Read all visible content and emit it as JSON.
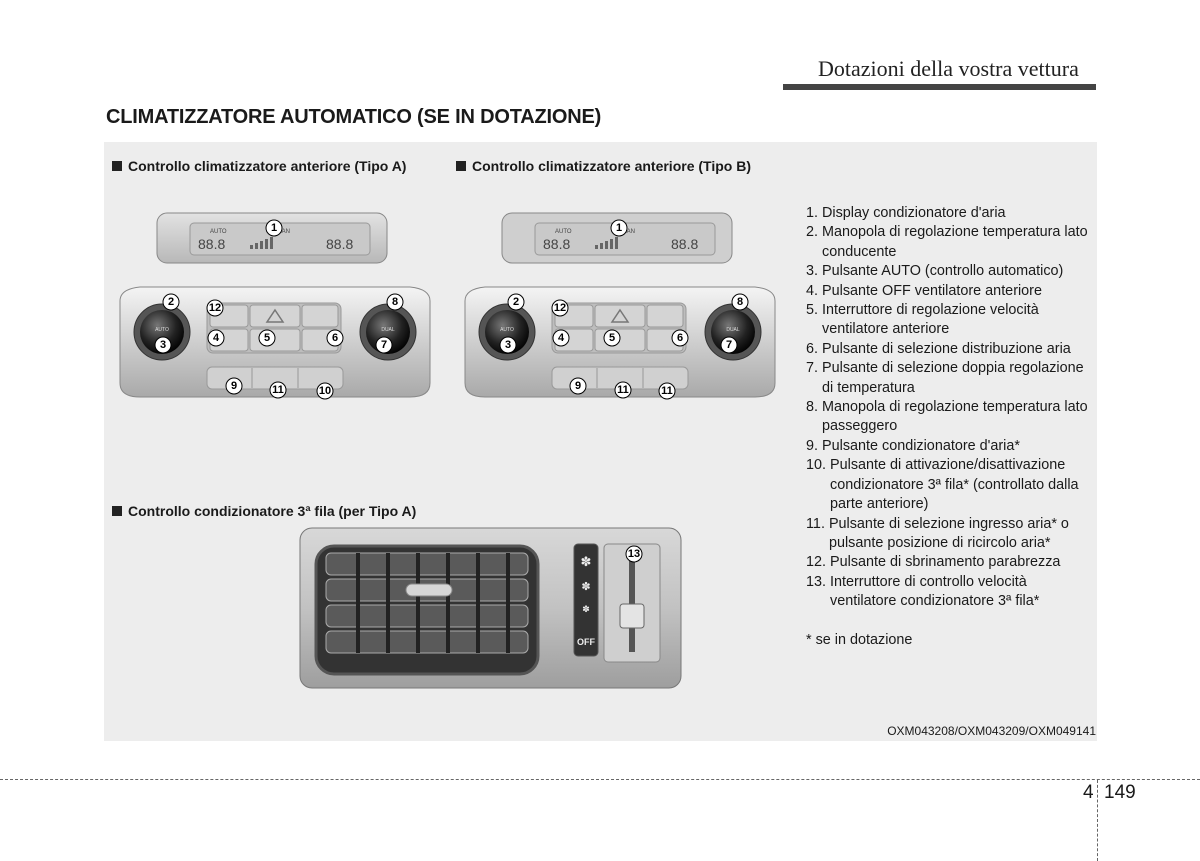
{
  "header": {
    "section_title": "Dotazioni della vostra vettura",
    "page_title": "CLIMATIZZATORE AUTOMATICO (SE IN DOTAZIONE)"
  },
  "captions": {
    "type_a": "Controllo climatizzatore anteriore (Tipo A)",
    "type_b": "Controllo climatizzatore anteriore (Tipo B)",
    "third_row": "Controllo condizionatore 3ª fila (per Tipo A)"
  },
  "legend": [
    {
      "num": "1.",
      "text": "Display condizionatore d'aria"
    },
    {
      "num": "2.",
      "text": "Manopola di regolazione temperatura lato conducente"
    },
    {
      "num": "3.",
      "text": "Pulsante AUTO (controllo automatico)"
    },
    {
      "num": "4.",
      "text": "Pulsante OFF ventilatore anteriore"
    },
    {
      "num": "5.",
      "text": "Interruttore di regolazione velocità ventilatore anteriore"
    },
    {
      "num": "6.",
      "text": "Pulsante di selezione distribuzione aria"
    },
    {
      "num": "7.",
      "text": "Pulsante di selezione doppia regolazione di temperatura"
    },
    {
      "num": "8.",
      "text": "Manopola di regolazione temperatura lato passeggero"
    },
    {
      "num": "9.",
      "text": "Pulsante condizionatore d'aria*"
    },
    {
      "num": "10.",
      "text": "Pulsante di attivazione/disattivazione condizionatore 3ª fila* (controllato dalla parte anteriore)"
    },
    {
      "num": "11.",
      "text": "Pulsante di selezione ingresso aria* o pulsante posizione di ricircolo aria*"
    },
    {
      "num": "12.",
      "text": "Pulsante di sbrinamento parabrezza"
    },
    {
      "num": "13.",
      "text": "Interruttore di controllo velocità ventilatore condizionatore 3ª fila*"
    }
  ],
  "footnote": "* se in dotazione",
  "image_code": "OXM043208/OXM043209/OXM049141",
  "panel_a": {
    "display_left": "88.8",
    "display_right": "88.8",
    "auto_label": "AUTO",
    "clean_label": "CLEAN",
    "dual_label": "DUAL",
    "badges": [
      "1",
      "2",
      "3",
      "4",
      "5",
      "6",
      "7",
      "8",
      "9",
      "10",
      "11",
      "12"
    ]
  },
  "panel_b": {
    "display_left": "88.8",
    "display_right": "88.8",
    "auto_label": "AUTO",
    "clean_label": "CLEAN",
    "dual_label": "DUAL",
    "badges": [
      "1",
      "2",
      "3",
      "4",
      "5",
      "6",
      "7",
      "8",
      "9",
      "11",
      "11",
      "12"
    ]
  },
  "third_row_unit": {
    "off_label": "OFF",
    "badge": "13"
  },
  "footer": {
    "chapter": "4",
    "page": "149"
  }
}
